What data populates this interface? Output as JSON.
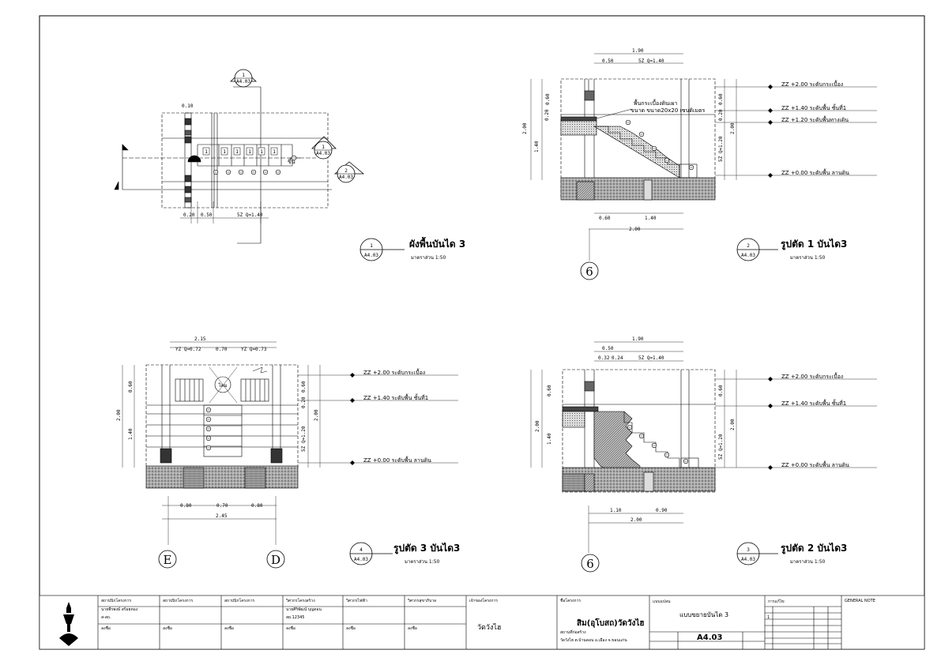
{
  "views": {
    "plan": {
      "title": "ผังพื้นบันได 3",
      "scale": "มาตราส่วน 1:50",
      "tag_num": "1",
      "tag_sheet": "A4.03",
      "up_label": "ขึ้น",
      "step_num": "1",
      "dims": {
        "top": "0.10",
        "b1": "0.20",
        "b2": "0.50",
        "b3": "5Z Q=1.40"
      },
      "cut_1": {
        "num": "1",
        "sheet": "A4.03"
      },
      "cut_2": {
        "num": "2",
        "sheet": "A4.03"
      }
    },
    "section1": {
      "title": "รูปตัด 1 บันได3",
      "scale": "มาตราส่วน 1:50",
      "tag_num": "2",
      "tag_sheet": "A4.03",
      "grid": "6",
      "note_1": "พื้นกระเบื้องดินเผา",
      "note_2": "ขนาด ขนาด20x20 เซนติเมตร",
      "dims": {
        "top_total": "1.90",
        "top_a": "0.50",
        "top_b": "5Z Q=1.40",
        "bot_a": "0.60",
        "bot_b": "1.40",
        "bot_total": "2.00",
        "l_a": "0.60",
        "l_b": "1.40",
        "l_total": "2.00",
        "r_a": "0.60",
        "r_b": "5Z Q=1.20",
        "r_total": "2.00",
        "r_c": "0.20",
        "l_c": "0.20"
      },
      "levels": [
        "ZZ +2.00 ระดับกระเบื้อง",
        "ZZ +1.40 ระดับพื้น ชั้นที่1",
        "ZZ +1.20 ระดับพื้นทางเดิน",
        "ZZ +0.00 ระดับพื้น ลานดิน"
      ]
    },
    "section3": {
      "title": "รูปตัด 3 บันได3",
      "scale": "มาตราส่วน 1:50",
      "tag_num": "4",
      "tag_sheet": "A4.03",
      "grid_left": "E",
      "grid_right": "D",
      "plaque": "โคม",
      "dims": {
        "top_total": "2.15",
        "top_a": "YZ Q=0.72",
        "top_b": "0.70",
        "top_c": "YZ Q=0.73",
        "bot_a": "0.80",
        "bot_b": "0.70",
        "bot_c": "0.80",
        "bot_total": "2.45",
        "l_a": "0.60",
        "l_b": "1.40",
        "l_total": "2.00",
        "r_a": "0.60",
        "r_b": "5Z Q=1.20",
        "r_total": "2.00",
        "r_c": "0.20"
      },
      "levels": [
        "ZZ +2.00 ระดับกระเบื้อง",
        "ZZ +1.40 ระดับพื้น ชั้นที่1",
        "ZZ +0.00 ระดับพื้น ลานดิน"
      ]
    },
    "section2": {
      "title": "รูปตัด 2 บันได3",
      "scale": "มาตราส่วน 1:50",
      "tag_num": "3",
      "tag_sheet": "A4.03",
      "grid": "6",
      "dims": {
        "top_total": "1.90",
        "top_a": "0.50",
        "top_b": "0.32",
        "top_c": "0.24",
        "top_d": "5Z Q=1.40",
        "bot_a": "1.10",
        "bot_b": "0.90",
        "bot_total": "2.00",
        "l_a": "0.60",
        "l_b": "1.40",
        "l_total": "2.00",
        "r_a": "0.60",
        "r_b": "5Z Q=1.20",
        "r_total": "2.00"
      },
      "levels": [
        "ZZ +2.00 ระดับกระเบื้อง",
        "ZZ +1.40 ระดับพื้น ชั้นที่1",
        "ZZ +0.00 ระดับพื้น ลานดิน"
      ]
    }
  },
  "title_block": {
    "col1_label": "สถาปนิกโครงการ",
    "col1_name": "นายพีรพงษ์ สร้อยทอง",
    "col1_id": "ส-สถ.",
    "col2_label": "สถาปนิกโครงการ",
    "col3_label": "สถาปนิกโครงการ",
    "col4_label": "วิศวกรโครงสร้าง",
    "col4_name": "นายศิริพัฒน์ บุญตอน",
    "col4_id": "สย.12345",
    "col5_label": "วิศวกรไฟฟ้า",
    "col6_label": "วิศวกรสุขาภิบาล",
    "sign": "ลงชื่อ",
    "owner_label": "เจ้าของโครงการ",
    "owner": "วัดวังไฮ",
    "project_label": "ชื่อโครงการ",
    "project": "สิม(อุโบสถ)วัดวังไฮ",
    "location_label": "สถานที่ก่อสร้าง",
    "location": "วัดวังไฮ ต.บ้านดอน อ.เมือง จ.ขอนแก่น",
    "drawing_label": "แบบแปลน",
    "drawing_title": "แบบขยายบันได 3",
    "sheet_no": "A4.03",
    "rev_label": "การแก้ไข",
    "rev_num": "1",
    "general_note": "GENERAL NOTE"
  }
}
